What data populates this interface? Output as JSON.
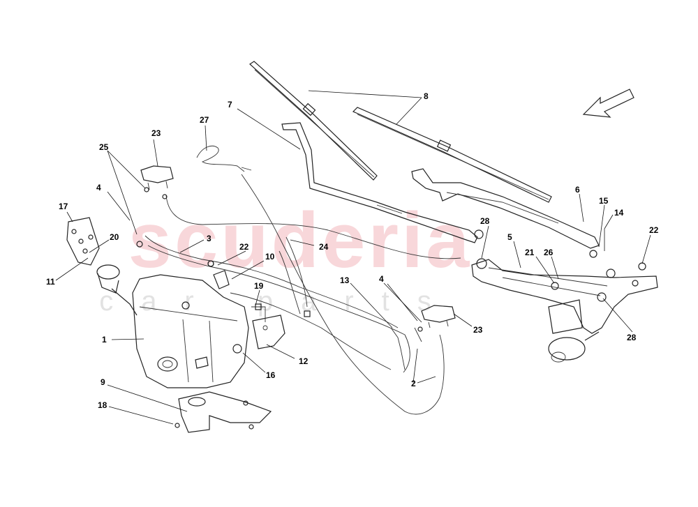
{
  "watermark": {
    "main": "scuderia",
    "sub": "car parts"
  },
  "colors": {
    "watermark_main": "#ec8c96",
    "watermark_sub": "#bebebe",
    "line": "#222222"
  },
  "callouts": {
    "c1": "1",
    "c2": "2",
    "c3": "3",
    "c4a": "4",
    "c4b": "4",
    "c5": "5",
    "c6": "6",
    "c7": "7",
    "c8": "8",
    "c9": "9",
    "c10": "10",
    "c11": "11",
    "c12": "12",
    "c13": "13",
    "c14": "14",
    "c15": "15",
    "c16": "16",
    "c17": "17",
    "c18": "18",
    "c19": "19",
    "c20": "20",
    "c21": "21",
    "c22a": "22",
    "c22b": "22",
    "c23a": "23",
    "c23b": "23",
    "c24": "24",
    "c25": "25",
    "c26": "26",
    "c27": "27",
    "c28a": "28",
    "c28b": "28"
  },
  "icons": {
    "direction": "arrow-down-left-icon"
  }
}
